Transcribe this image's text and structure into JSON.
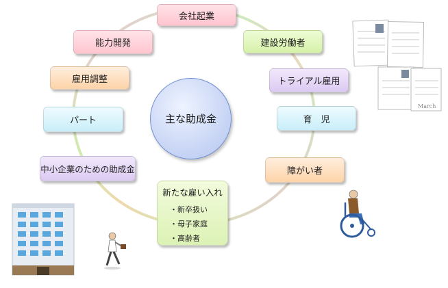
{
  "center_label": "主な助成金",
  "nodes": {
    "company_founding": "会社起業",
    "construction_workers": "建設労働者",
    "trial_employment": "トライアル雇用",
    "childcare": "育　児",
    "disability": "障がい者",
    "new_hire": {
      "title": "新たな雇い入れ",
      "items": [
        "新卒扱い",
        "母子家庭",
        "高齢者"
      ]
    },
    "sme": "中小企業のための助成金",
    "part_time": "パート",
    "employment_adjustment": "雇用調整",
    "skill_development": "能力開発"
  },
  "decor": {
    "icons": [
      "document-stack-icon",
      "building-icon",
      "running-businessman-icon",
      "wheelchair-person-icon"
    ],
    "watermark": "March"
  },
  "colors": {
    "pink": "#ffc5cf",
    "green": "#d6f1a9",
    "purple": "#dccaf2",
    "cyan": "#c9eef9",
    "orange": "#fdd3a8",
    "center": "#cdd9f6"
  }
}
